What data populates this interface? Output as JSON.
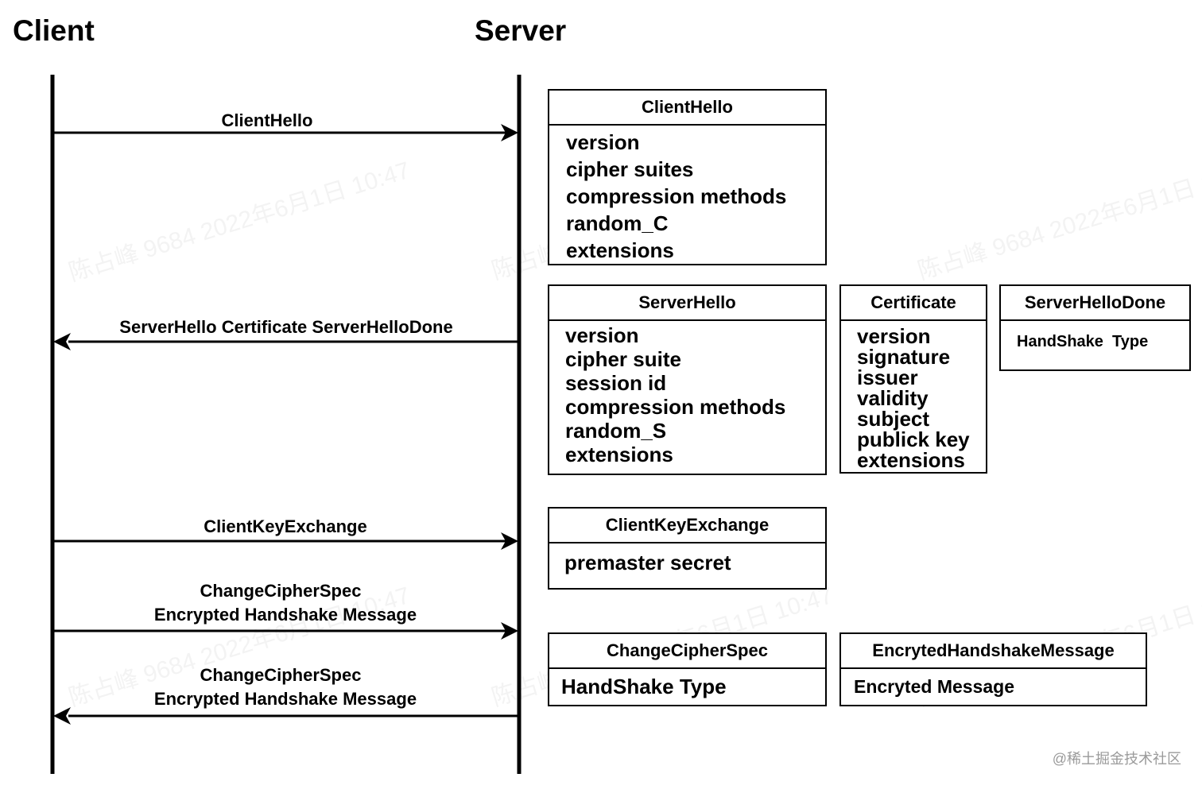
{
  "actors": {
    "client": "Client",
    "server": "Server"
  },
  "messages": [
    {
      "lines": [
        "ClientHello"
      ],
      "direction": "to-server"
    },
    {
      "lines": [
        "ServerHello  Certificate  ServerHelloDone"
      ],
      "direction": "to-client"
    },
    {
      "lines": [
        "ClientKeyExchange"
      ],
      "direction": "to-server"
    },
    {
      "lines": [
        "ChangeCipherSpec",
        "Encrypted Handshake Message"
      ],
      "direction": "to-server"
    },
    {
      "lines": [
        "ChangeCipherSpec",
        "Encrypted Handshake Message"
      ],
      "direction": "to-client"
    }
  ],
  "boxes": {
    "client_hello": {
      "title": "ClientHello",
      "fields": [
        "version",
        "cipher suites",
        "compression methods",
        "random_C",
        "extensions"
      ]
    },
    "server_hello": {
      "title": "ServerHello",
      "fields": [
        "version",
        "cipher suite",
        "session id",
        "compression methods",
        "random_S",
        "extensions"
      ]
    },
    "certificate": {
      "title": "Certificate",
      "fields": [
        "version",
        "signature",
        "issuer",
        "validity",
        "subject",
        "publick key",
        "extensions"
      ]
    },
    "server_hello_done": {
      "title": "ServerHelloDone",
      "fields": [
        "HandShake  Type"
      ]
    },
    "client_key_exchange": {
      "title": "ClientKeyExchange",
      "fields": [
        "premaster secret"
      ]
    },
    "change_cipher_spec": {
      "title": "ChangeCipherSpec",
      "fields": [
        "HandShake Type"
      ]
    },
    "encrypted_handshake_message": {
      "title": "EncrytedHandshakeMessage",
      "fields": [
        "Encryted Message"
      ]
    }
  },
  "watermark": "陈占峰 9684 2022年6月1日 10:47",
  "footer": "@稀土掘金技术社区"
}
